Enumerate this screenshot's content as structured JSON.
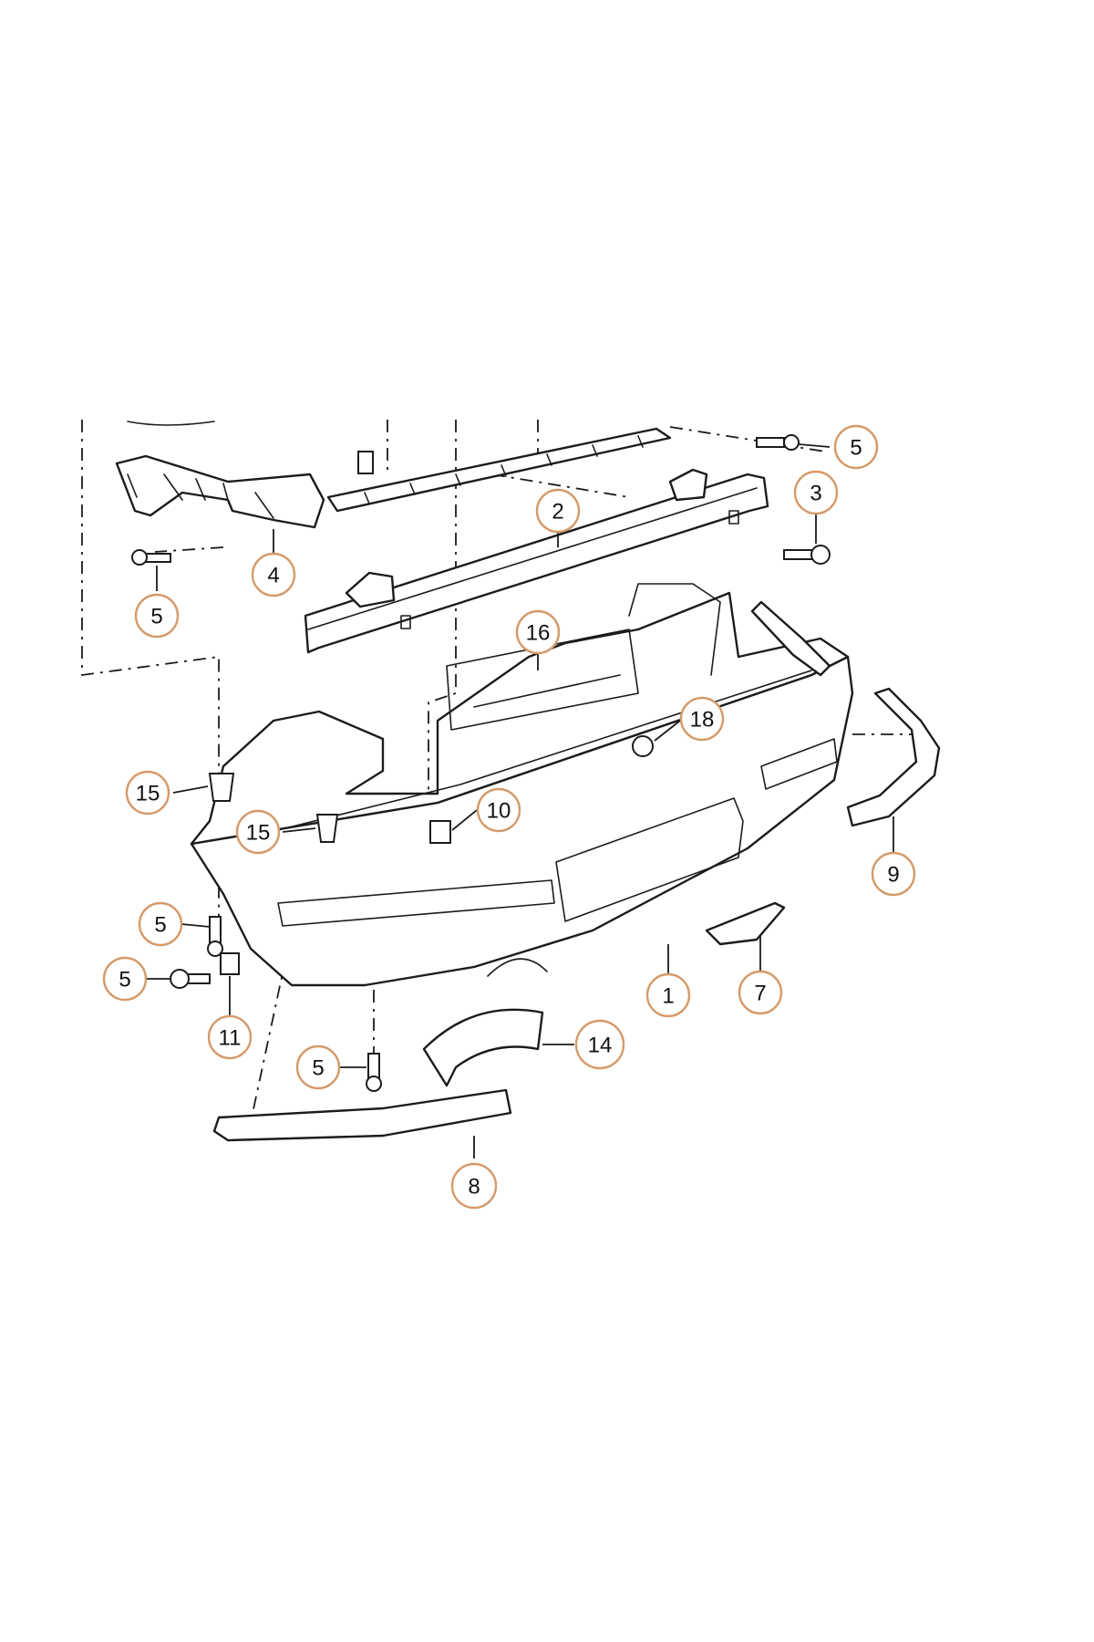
{
  "callouts": [
    {
      "id": "c5_top",
      "label": "5",
      "circled": true
    },
    {
      "id": "c3",
      "label": "3",
      "circled": true
    },
    {
      "id": "c2",
      "label": "2",
      "circled": true
    },
    {
      "id": "c4",
      "label": "4",
      "circled": true
    },
    {
      "id": "c5_left",
      "label": "5",
      "circled": true
    },
    {
      "id": "c16",
      "label": "16",
      "circled": true
    },
    {
      "id": "c18",
      "label": "18",
      "circled": true
    },
    {
      "id": "c15_a",
      "label": "15",
      "circled": true
    },
    {
      "id": "c10",
      "label": "10",
      "circled": true
    },
    {
      "id": "c15_b",
      "label": "15",
      "circled": true
    },
    {
      "id": "c9",
      "label": "9",
      "circled": true
    },
    {
      "id": "c5_mid",
      "label": "5",
      "circled": true
    },
    {
      "id": "c5_low",
      "label": "5",
      "circled": true
    },
    {
      "id": "c11",
      "label": "11",
      "circled": true
    },
    {
      "id": "c1",
      "label": "1",
      "circled": true
    },
    {
      "id": "c7",
      "label": "7",
      "circled": true
    },
    {
      "id": "c14",
      "label": "14",
      "circled": true
    },
    {
      "id": "c5_bot",
      "label": "5",
      "circled": true
    },
    {
      "id": "c8",
      "label": "8",
      "circled": true
    }
  ],
  "colors": {
    "line": "#1c1c1c",
    "callout_ring": "#d49a6a",
    "background": "#ffffff"
  }
}
